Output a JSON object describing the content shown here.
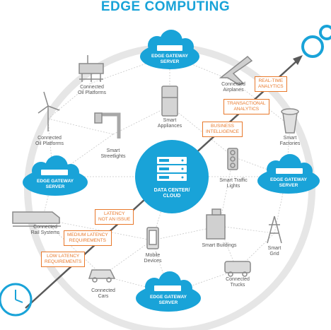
{
  "title": "EDGE COMPUTING",
  "center": "DATA CENTER/\nCLOUD",
  "gateways": {
    "top": "EDGE GATEWAY\nSERVER",
    "left": "EDGE GATEWAY\nSERVER",
    "right": "EDGE GATEWAY\nSERVER",
    "bottom": "EDGE GATEWAY\nSERVER"
  },
  "devices": {
    "oil_platforms_top": "Connected\nOil Platforms",
    "airplanes": "Connected\nAirplanes",
    "oil_platforms_left": "Connected\nOil Platforms",
    "smart_appliances": "Smart\nAppliances",
    "smart_factories": "Smart\nFactories",
    "smart_streetlights": "Smart\nStreetlights",
    "traffic_lights": "Smart Traffic\nLights",
    "rail_systems": "Connected\nRail Systems",
    "mobile_devices": "Mobile\nDevices",
    "smart_buildings": "Smart Buildings",
    "smart_grid": "Smart\nGrid",
    "connected_trucks": "Connected\nTrucks",
    "connected_cars": "Connected\nCars"
  },
  "callouts": {
    "real_time": "REAL-TIME\nANALYTICS",
    "transactional": "TRANSACTIONAL\nANALYTICS",
    "business": "BUSINESS\nINTELLIGENCE",
    "latency_not": "LATENCY\nNOT AN ISSUE",
    "medium_latency": "MEDIUM LATENCY\nREQUIREMENTS",
    "low_latency": "LOW LATENCY\nREQUIREMENTS"
  },
  "colors": {
    "accent": "#19a3d8",
    "callout": "#e8782a",
    "ring": "#e2e2e2",
    "icon": "#8a8a8a",
    "arrow": "#555555"
  }
}
